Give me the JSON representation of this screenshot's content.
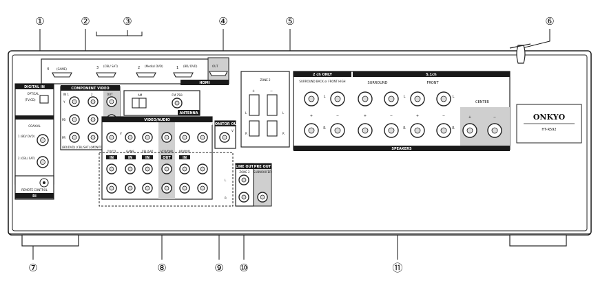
{
  "callouts": [
    "①",
    "②",
    "③",
    "④",
    "⑤",
    "⑥",
    "⑦",
    "⑧",
    "⑨",
    "⑩",
    "⑪"
  ],
  "hdmi": {
    "section_label": "HDMI",
    "inputs": [
      {
        "num": "4",
        "name": "(GAME)"
      },
      {
        "num": "3",
        "name": "(CBL/ SAT)"
      },
      {
        "num": "2",
        "name": "(Media/ DVD)"
      },
      {
        "num": "1",
        "name": "(BD/ DVD)"
      },
      {
        "num": "",
        "name": "OUT"
      }
    ]
  },
  "digital_in": {
    "title": "DIGITAL IN",
    "optical_label": "OPTICAL",
    "optical_name": "(TV/CD)",
    "coaxial_label": "COAXIAL",
    "coax_inputs": [
      "1 (BD/ DVD)",
      "2 (CBL/ SAT)"
    ]
  },
  "remote": {
    "label": "REMOTE CONTROL",
    "bar": "RI"
  },
  "component": {
    "title": "COMPONENT VIDEO",
    "columns": [
      "IN 1",
      "2",
      "OUT"
    ],
    "rows": [
      "Y",
      "PB",
      "PR"
    ],
    "footer": "(BD/DVD) (CBL/SAT) (MONITOR)"
  },
  "antenna": {
    "title": "ANTENNA",
    "am": "AM",
    "fm": "FM 75Ω"
  },
  "video_audio": {
    "title": "VIDEO/AUDIO",
    "v_label": "V",
    "sources": [
      "TV/CD",
      "GAME",
      "CBL/SAT",
      "VCR/DVR",
      "BD/DVD"
    ],
    "badges": [
      "IN",
      "IN",
      "IN",
      "OUT",
      "IN"
    ]
  },
  "monitor_out": {
    "title": "MONITOR OUT",
    "v_label": "V"
  },
  "zone2": {
    "title": "ZONE 2",
    "plus": "+",
    "minus": "−",
    "l": "L",
    "r": "R"
  },
  "line_out": {
    "title": "LINE OUT",
    "sub": "ZONE 2",
    "l": "L",
    "r": "R"
  },
  "pre_out": {
    "title": "PRE OUT",
    "sub": "SUBWOOFER"
  },
  "speakers": {
    "title": "SPEAKERS",
    "top_bar": "5.1ch",
    "sb_bar": "2 ch ONLY",
    "sb_label": "SURROUND BACK or FRONT HIGH",
    "surround": "SURROUND",
    "front": "FRONT",
    "center": "CENTER",
    "l": "L",
    "r": "R",
    "plus": "+",
    "minus": "−"
  },
  "brand": {
    "name": "ONKYO",
    "model": "HT-R592"
  }
}
